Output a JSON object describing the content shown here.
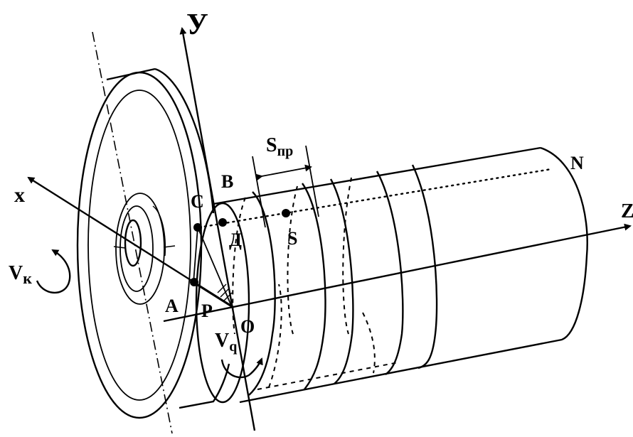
{
  "labels": {
    "y_axis": "У",
    "x_axis": "x",
    "z_axis": "Z",
    "n": "N",
    "s_pr_main": "S",
    "s_pr_sub": "пр",
    "b": "B",
    "c": "C",
    "d": "Д",
    "s": "S",
    "a": "A",
    "p": "P",
    "o": "O",
    "v_k_main": "V",
    "v_k_sub": "к",
    "v_q_main": "V",
    "v_q_sub": "q"
  }
}
